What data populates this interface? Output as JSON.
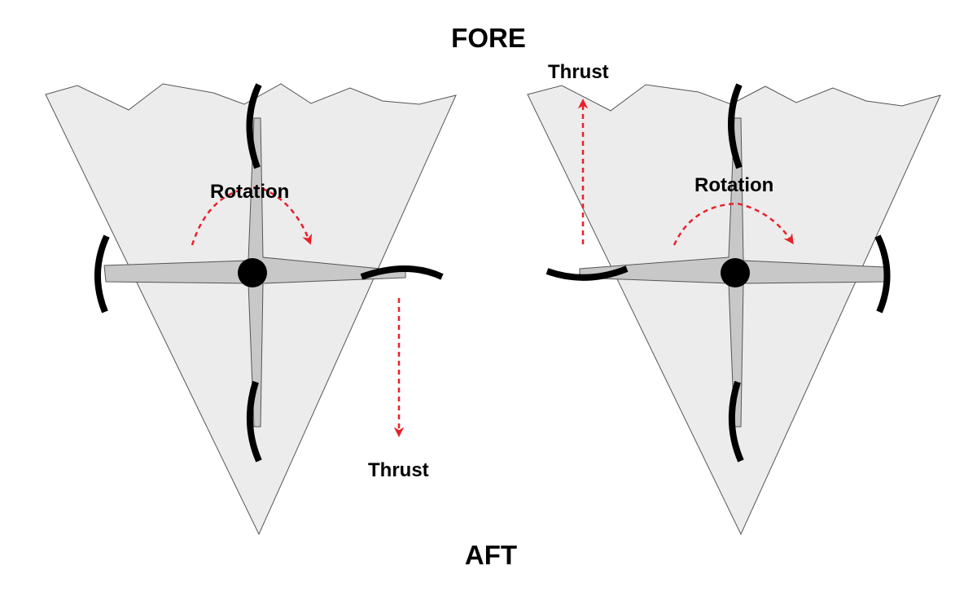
{
  "labels": {
    "fore": "FORE",
    "aft": "AFT"
  },
  "left_panel": {
    "rotation_label": "Rotation",
    "thrust_label": "Thrust"
  },
  "right_panel": {
    "rotation_label": "Rotation",
    "thrust_label": "Thrust"
  },
  "colors": {
    "fin_fill": "#ececec",
    "cross_fill": "#c8c8c8",
    "outline": "#555555",
    "arrow": "#e8202a",
    "blade": "#000000"
  }
}
